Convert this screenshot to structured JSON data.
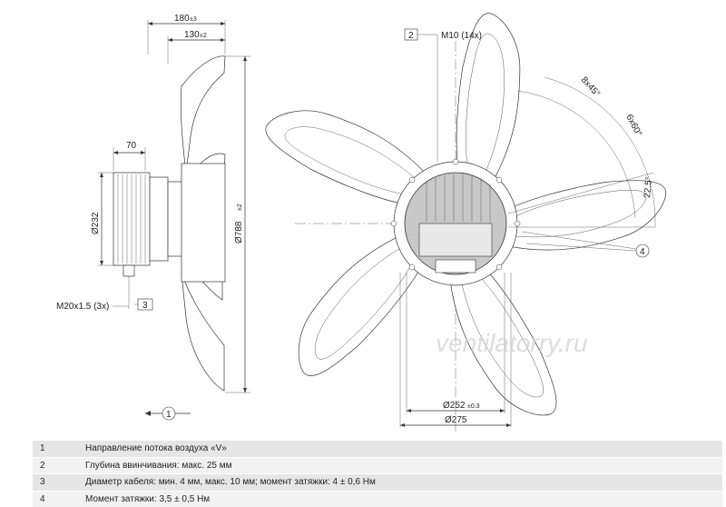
{
  "dimensions": {
    "width_total": "180",
    "width_total_tol": "±3",
    "width_inner": "130",
    "width_inner_tol": "±2",
    "motor_depth": "70",
    "motor_dia": "Ø232",
    "fan_dia": "Ø788",
    "fan_dia_tol": "±2",
    "cable_gland": "M20x1.5 (3x)",
    "thread": "M10 (14x)",
    "angle_8x45": "8x45°",
    "angle_6x60": "6x60°",
    "angle_22_5": "22.5°",
    "bolt_circle_252": "Ø252",
    "bolt_circle_252_tol": "±0.3",
    "bolt_circle_275": "Ø275"
  },
  "callouts": {
    "c1": "1",
    "c2": "2",
    "c3": "3",
    "c4": "4"
  },
  "watermark": "ventilatorry.ru",
  "legend": [
    {
      "num": "1",
      "text": "Направление потока воздуха «V»"
    },
    {
      "num": "2",
      "text": "Глубина ввинчивания: макс. 25 мм"
    },
    {
      "num": "3",
      "text": "Диаметр кабеля: мин. 4 мм, макс. 10 мм; момент затяжки: 4 ± 0,6 Нм"
    },
    {
      "num": "4",
      "text": "Момент затяжки: 3,5 ± 0,5 Нм"
    }
  ]
}
